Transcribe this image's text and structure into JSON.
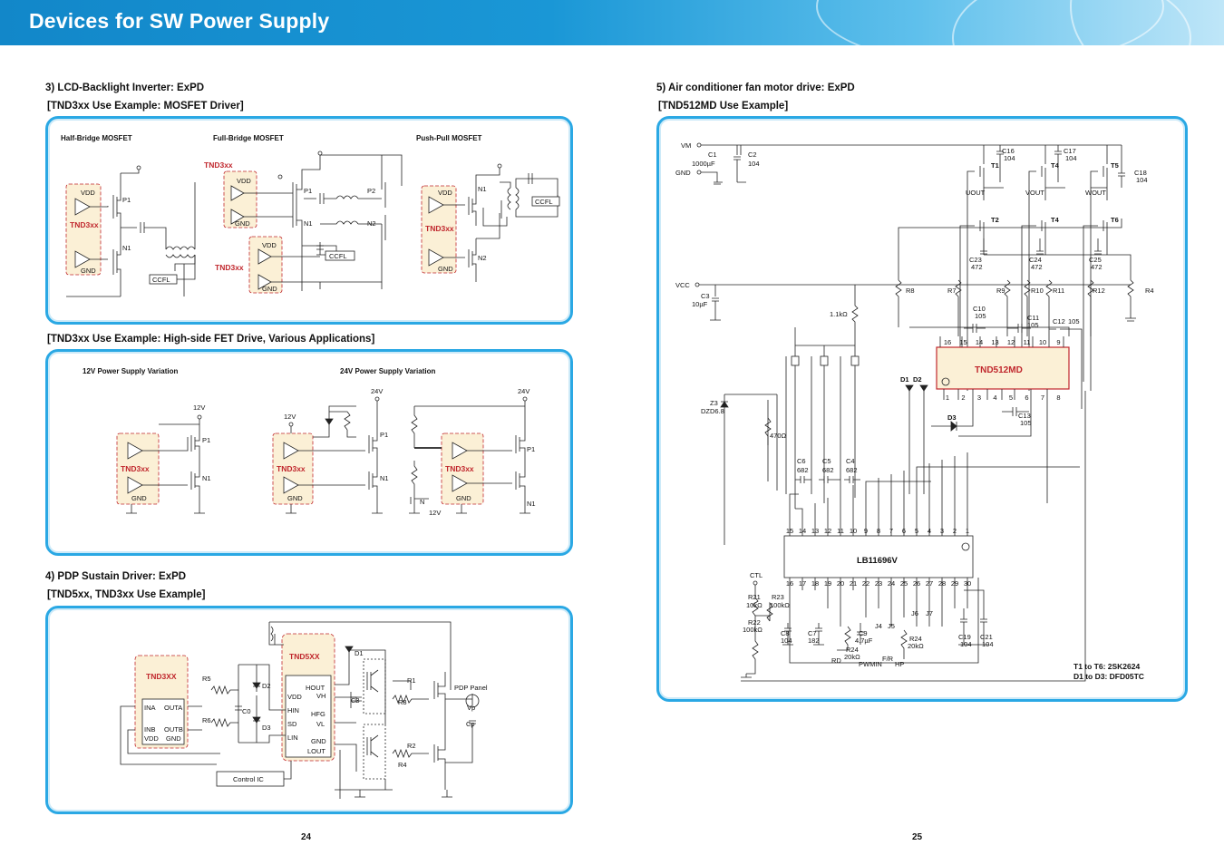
{
  "header": {
    "title": "Devices for SW Power Supply",
    "accent": "#1a97d6"
  },
  "sections": {
    "s3_title": "3) LCD-Backlight Inverter: ExPD",
    "s3_sub": "[TND3xx Use Example: MOSFET Driver]",
    "s3b_sub": "[TND3xx Use Example: High-side FET Drive, Various Applications]",
    "s4_title": "4) PDP Sustain Driver: ExPD",
    "s4_sub": "[TND5xx, TND3xx Use Example]",
    "s5_title": "5) Air conditioner fan motor drive: ExPD",
    "s5_sub": "[TND512MD Use Example]"
  },
  "mosfet": {
    "half_title": "Half-Bridge MOSFET",
    "full_title": "Full-Bridge MOSFET",
    "push_title": "Push-Pull MOSFET",
    "tnd": "TND3xx",
    "vdd": "VDD",
    "gnd": "GND",
    "ccfl": "CCFL",
    "p1": "P1",
    "p2": "P2",
    "n1": "N1",
    "n2": "N2"
  },
  "highside": {
    "t12": "12V Power Supply Variation",
    "t24": "24V Power Supply Variation",
    "v12": "12V",
    "v24": "24V",
    "tnd": "TND3xx",
    "gnd": "GND",
    "p1": "P1",
    "n1": "N1",
    "n": "N"
  },
  "pdp": {
    "tnd3": "TND3XX",
    "tnd5": "TND5XX",
    "ina": "INA",
    "outa": "OUTA",
    "inb": "INB",
    "outb": "OUTB",
    "vdd": "VDD",
    "gnd": "GND",
    "hout": "HOUT",
    "vh": "VH",
    "vdd5": "VDD",
    "hin": "HIN",
    "hfg": "HFG",
    "sd": "SD",
    "vl": "VL",
    "lin": "LIN",
    "gnd5": "GND",
    "lout": "LOUT",
    "r5": "R5",
    "r6": "R6",
    "c0": "C0",
    "d1": "D1",
    "d2": "D2",
    "d3": "D3",
    "c3": "C3",
    "r1": "R1",
    "r2": "R2",
    "r3": "R3",
    "r4": "R4",
    "panel": "PDP Panel",
    "vp": "Vp",
    "cp": "Cp",
    "control": "Control IC"
  },
  "fan": {
    "vm": "VM",
    "gnd": "GND",
    "vcc": "VCC",
    "c1": "C1",
    "c1v": "1000µF",
    "c2": "C2",
    "c2v": "104",
    "c3": "C3",
    "c3v": "10µF",
    "c16": "C16",
    "c16v": "104",
    "c17": "C17",
    "c17v": "104",
    "c18": "C18",
    "c18v": "104",
    "t1": "T1",
    "t2": "T2",
    "t4": "T4",
    "t4b": "T4",
    "t5": "T5",
    "t6": "T6",
    "uout": "UOUT",
    "vout": "VOUT",
    "wout": "WOUT",
    "c23": "C23",
    "c23v": "472",
    "c24": "C24",
    "c24v": "472",
    "c25": "C25",
    "c25v": "472",
    "r7": "R7",
    "r8": "R8",
    "r9": "R9",
    "r10": "R10",
    "r11": "R11",
    "r12": "R12",
    "r4": "R4",
    "c10": "C10",
    "c10v": "105",
    "c11": "C11",
    "c11v": "105",
    "c12": "C12",
    "c12v": "105",
    "c13": "C13",
    "c13v": "105",
    "r1k": "1.1kΩ",
    "tnd": "TND512MD",
    "d1": "D1",
    "d2": "D2",
    "d3": "D3",
    "z3": "Z3",
    "z3v": "DZD6.8",
    "r470": "470Ω",
    "c6": "C6",
    "c6v": "682",
    "c5": "C5",
    "c5v": "682",
    "c4": "C4",
    "c4v": "682",
    "lb": "LB11696V",
    "ctl": "CTL",
    "r21": "R21",
    "r21v": "10kΩ",
    "r23": "R23",
    "r23v": "100kΩ",
    "r22": "R22",
    "r22v": "100kΩ",
    "c8": "C8",
    "c8v": "104",
    "c7": "C7",
    "c7v": "182",
    "c9": "C9",
    "c9v": "4.7µF",
    "r24": "R24",
    "r24v": "20kΩ",
    "r24b": "R24",
    "r24bv": "20kΩ",
    "j4": "J4",
    "j5": "J5",
    "j6": "J6",
    "j7": "J7",
    "rd": "RD",
    "fr": "F/R",
    "pwmin": "PWMIN",
    "hp": "HP",
    "c19": "C19",
    "c19v": "104",
    "c21": "C21",
    "c21v": "104",
    "note1": "T1 to T6: 2SK2624",
    "note2": "D1 to D3: DFD05TC",
    "pins_top": [
      "16",
      "15",
      "14",
      "13",
      "12",
      "11",
      "10",
      "9"
    ],
    "pins_bot": [
      "1",
      "2",
      "3",
      "4",
      "5",
      "6",
      "7",
      "8"
    ],
    "lb_top": [
      "15",
      "14",
      "13",
      "12",
      "11",
      "10",
      "9",
      "8",
      "7",
      "6",
      "5",
      "4",
      "3",
      "2",
      "1"
    ],
    "lb_bot": [
      "16",
      "17",
      "18",
      "19",
      "20",
      "21",
      "22",
      "23",
      "24",
      "25",
      "26",
      "27",
      "28",
      "29",
      "30"
    ]
  },
  "footer": {
    "page_left": "24",
    "page_right": "25"
  }
}
